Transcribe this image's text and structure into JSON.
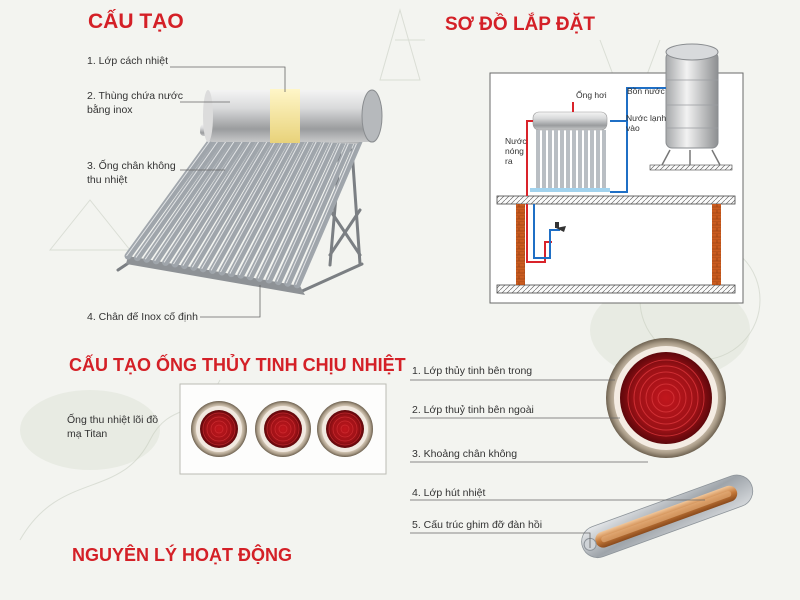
{
  "headings": {
    "structure": "CẤU TẠO",
    "install": "SƠ ĐỒ LẮP ĐẶT",
    "tube_structure": "CẤU TẠO ỐNG THỦY TINH CHỊU NHIỆT",
    "principle": "NGUYÊN LÝ HOẠT ĐỘNG"
  },
  "structure_labels": [
    "1. Lớp cách nhiệt",
    "2. Thùng chứa nước\nbằng inox",
    "3. Ống chân không\nthu nhiệt",
    "4. Chân đế Inox cố định"
  ],
  "install_labels": {
    "vent_pipe": "Ống hơi",
    "tank": "Bồn nước",
    "hot_water": "Nước\nnóng\nra",
    "cold_water": "Nước lạnh\nvào"
  },
  "tube_caption": "Ống thu nhiệt lõi đồ\nmạ Titan",
  "tube_labels": [
    "1. Lớp thủy tinh bên trong",
    "2. Lớp thuỷ tinh bên ngoài",
    "3. Khoảng chân không",
    "4. Lớp hút nhiệt",
    "5. Cấu trúc ghim đỡ đàn hồi"
  ],
  "colors": {
    "accent": "#d42027",
    "hot_pipe": "#d9232a",
    "cold_pipe": "#1f6fc5",
    "tube_core": "#9b1116"
  }
}
